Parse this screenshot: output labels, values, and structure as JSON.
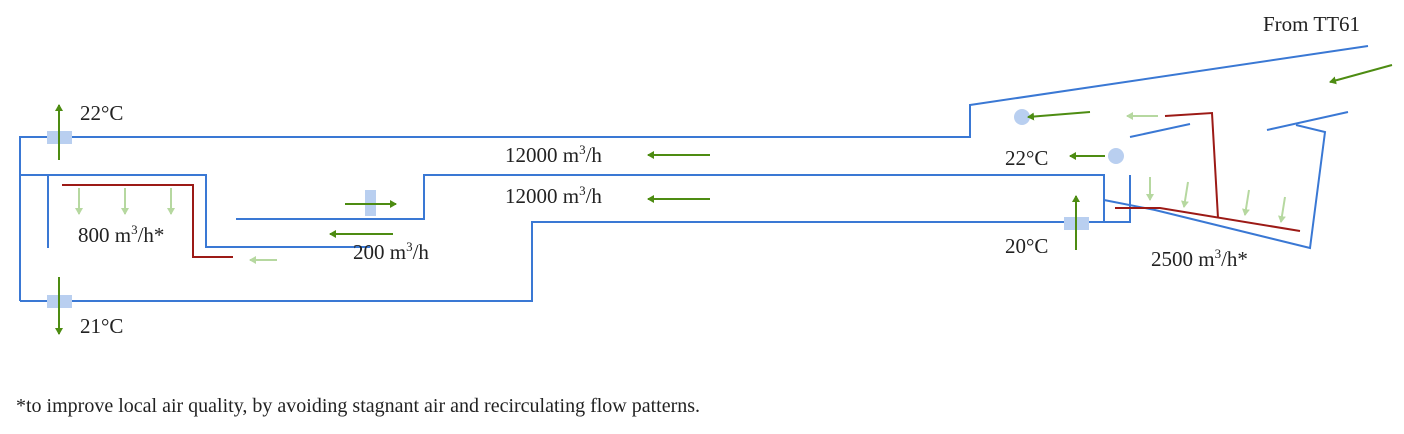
{
  "labels": {
    "source": "From TT61",
    "temp_top_left": "22°C",
    "temp_bottom_left": "21°C",
    "temp_right_upper": "22°C",
    "temp_right_lower": "20°C",
    "flow_main_upper": {
      "value": "12000 m",
      "sup": "3",
      "unit": "/h"
    },
    "flow_main_lower": {
      "value": "12000 m",
      "sup": "3",
      "unit": "/h"
    },
    "flow_left": {
      "value": "800 m",
      "sup": "3",
      "unit": "/h*"
    },
    "flow_mid": {
      "value": "200 m",
      "sup": "3",
      "unit": "/h"
    },
    "flow_right": {
      "value": "2500 m",
      "sup": "3",
      "unit": "/h*"
    }
  },
  "footnote": "*to improve local air quality, by avoiding stagnant air and recirculating flow patterns.",
  "colors": {
    "duct": "#3a78d4",
    "strong_arrow": "#4d8c12",
    "light_arrow": "#b6d8a0",
    "baffle": "#9c1a16",
    "damper": "#b9cff0",
    "valve": "#b9cff0"
  }
}
